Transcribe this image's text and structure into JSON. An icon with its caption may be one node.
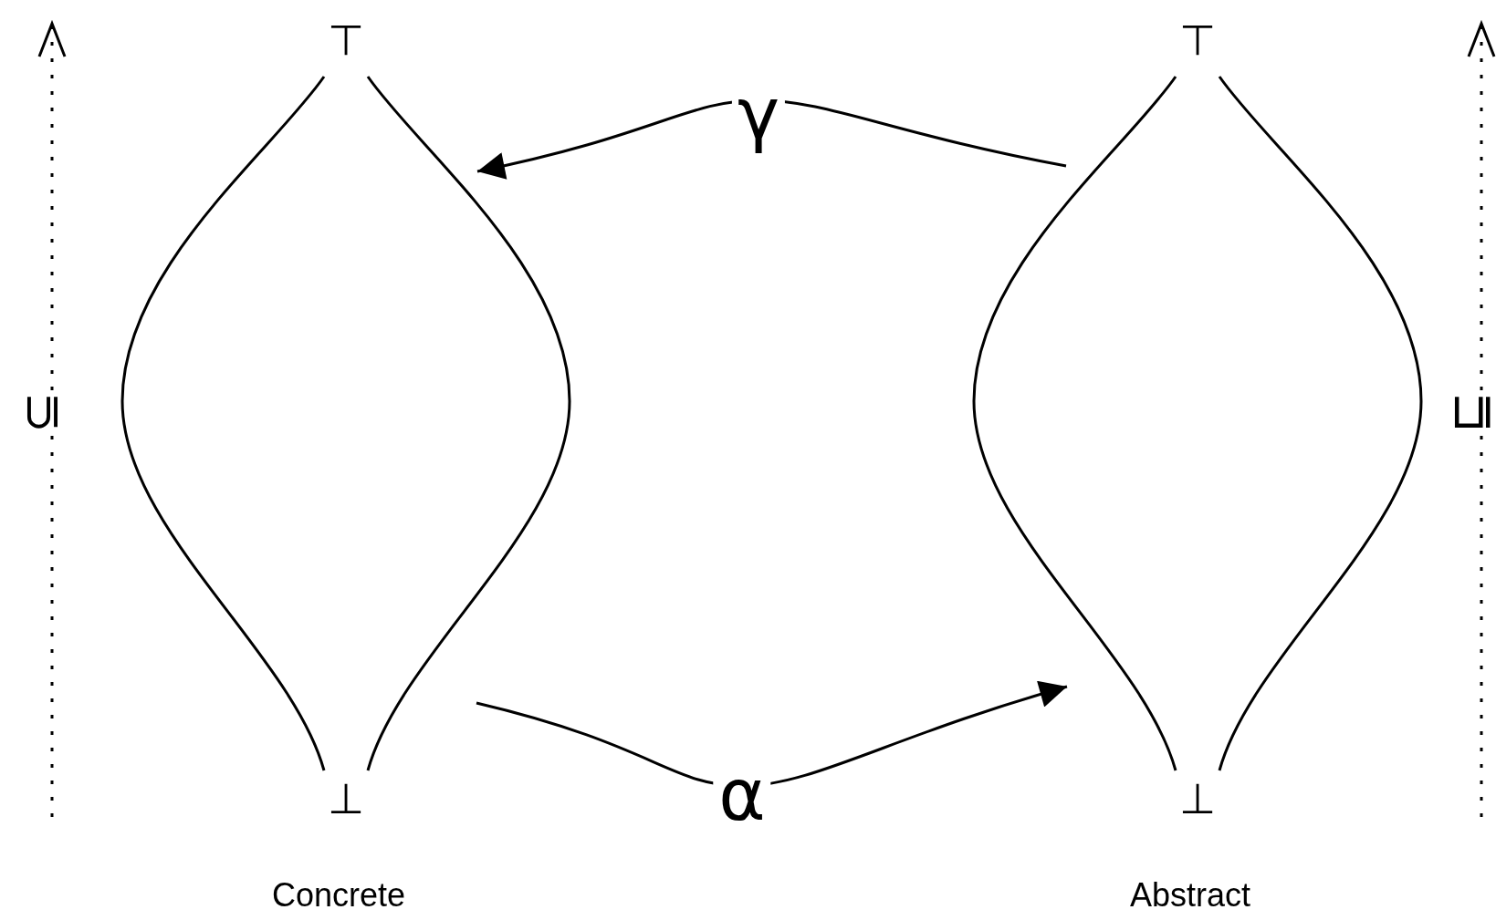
{
  "diagram": {
    "nodes": [
      {
        "text": [
          "⊤",
          "⊥"
        ],
        "beside": [
          "Concrete"
        ]
      },
      {
        "text": [
          "⊤",
          "⊥"
        ],
        "beside": [
          "Abstract"
        ]
      }
    ],
    "edges": [
      {
        "from": 1,
        "to": 0,
        "arrow": "to",
        "label": "γ"
      },
      {
        "from": 0,
        "to": 1,
        "arrow": "to",
        "label": "α"
      }
    ],
    "labels": [
      "⊆",
      "⊑"
    ]
  }
}
